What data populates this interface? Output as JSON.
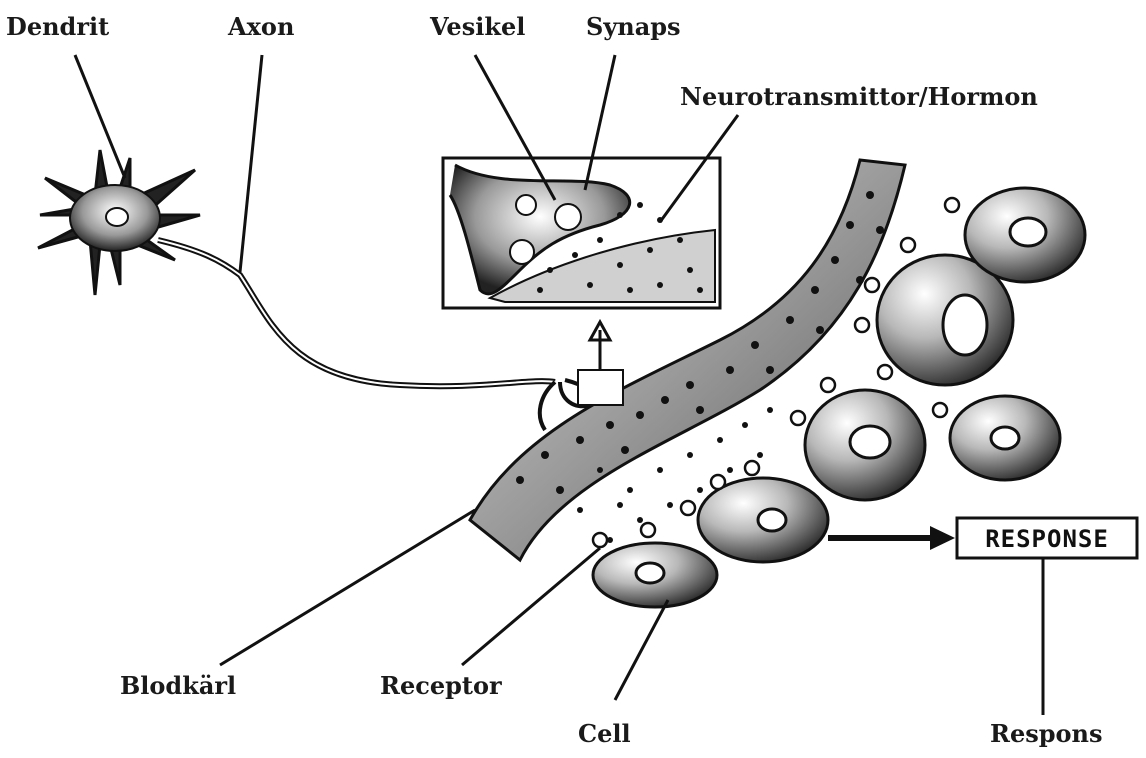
{
  "labels": {
    "dendrit": "Dendrit",
    "axon": "Axon",
    "vesikel": "Vesikel",
    "synaps": "Synaps",
    "neurotransmittor": "Neurotransmittor/Hormon",
    "blodkarl": "Blodkärl",
    "receptor": "Receptor",
    "cell": "Cell",
    "respons": "Respons"
  },
  "response_box": "RESPONSE",
  "colors": {
    "ink": "#1a1a1a",
    "shade": "#8a8a8a",
    "light": "#e8e8e8",
    "paper": "#ffffff"
  }
}
